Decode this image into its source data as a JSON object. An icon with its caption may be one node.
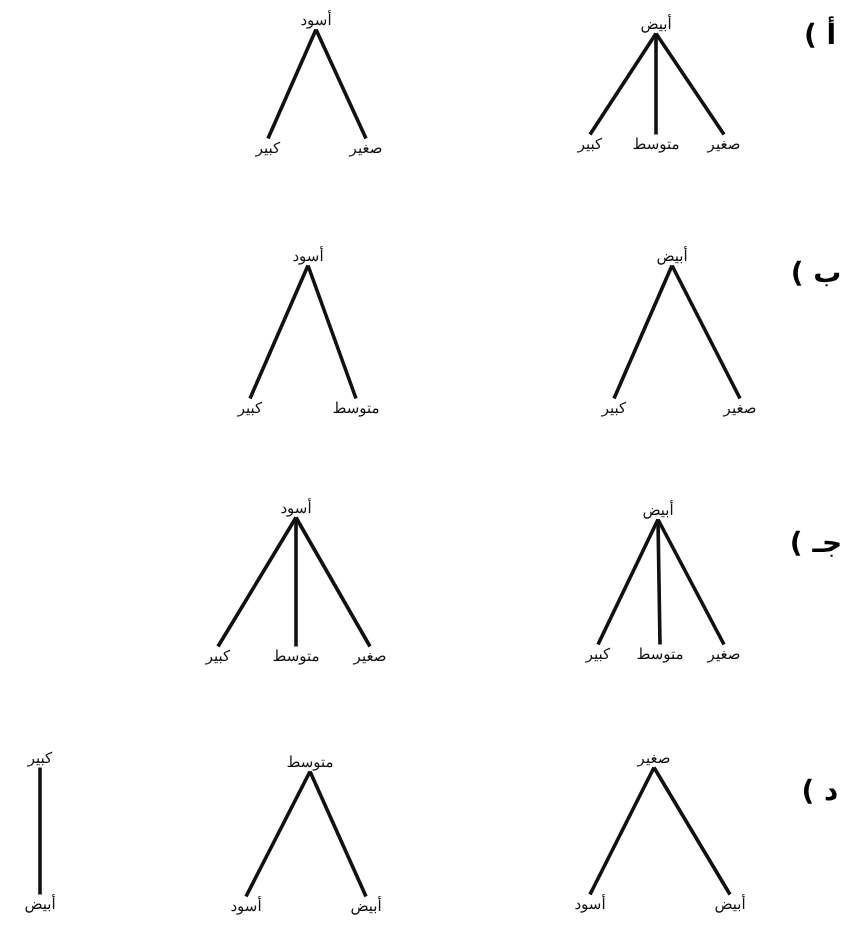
{
  "diagram": {
    "nodes": [
      {
        "text": [
          "أبيض"
        ]
      },
      {
        "text": [
          "كبير"
        ]
      },
      {
        "text": [
          "متوسط"
        ]
      },
      {
        "text": [
          "صغير"
        ]
      },
      {
        "text": [
          "أسود"
        ]
      },
      {
        "text": [
          "كبير"
        ]
      },
      {
        "text": [
          "صغير"
        ]
      },
      {
        "text": [
          "أبيض"
        ]
      },
      {
        "text": [
          "كبير"
        ]
      },
      {
        "text": [
          "صغير"
        ]
      },
      {
        "text": [
          "أسود"
        ]
      },
      {
        "text": [
          "كبير"
        ]
      },
      {
        "text": [
          "متوسط"
        ]
      },
      {
        "text": [
          "أبيض"
        ]
      },
      {
        "text": [
          "كبير"
        ]
      },
      {
        "text": [
          "متوسط"
        ]
      },
      {
        "text": [
          "صغير"
        ]
      },
      {
        "text": [
          "أسود"
        ]
      },
      {
        "text": [
          "كبير"
        ]
      },
      {
        "text": [
          "متوسط"
        ]
      },
      {
        "text": [
          "صغير"
        ]
      },
      {
        "text": [
          "صغير"
        ]
      },
      {
        "text": [
          "أسود"
        ]
      },
      {
        "text": [
          "أبيض"
        ]
      },
      {
        "text": [
          "متوسط"
        ]
      },
      {
        "text": [
          "أسود"
        ]
      },
      {
        "text": [
          "أبيض"
        ]
      },
      {
        "text": [
          "كبير"
        ]
      },
      {
        "text": [
          "أبيض"
        ]
      }
    ],
    "edges": [
      {
        "from": 0,
        "to": 1,
        "arrow": "none"
      },
      {
        "from": 0,
        "to": 2,
        "arrow": "none"
      },
      {
        "from": 0,
        "to": 3,
        "arrow": "none"
      },
      {
        "from": 4,
        "to": 5,
        "arrow": "none"
      },
      {
        "from": 4,
        "to": 6,
        "arrow": "none"
      },
      {
        "from": 7,
        "to": 8,
        "arrow": "none"
      },
      {
        "from": 7,
        "to": 9,
        "arrow": "none"
      },
      {
        "from": 10,
        "to": 11,
        "arrow": "none"
      },
      {
        "from": 10,
        "to": 12,
        "arrow": "none"
      },
      {
        "from": 13,
        "to": 14,
        "arrow": "none"
      },
      {
        "from": 13,
        "to": 15,
        "arrow": "none"
      },
      {
        "from": 13,
        "to": 16,
        "arrow": "none"
      },
      {
        "from": 17,
        "to": 18,
        "arrow": "none"
      },
      {
        "from": 17,
        "to": 19,
        "arrow": "none"
      },
      {
        "from": 17,
        "to": 20,
        "arrow": "none"
      },
      {
        "from": 21,
        "to": 22,
        "arrow": "none"
      },
      {
        "from": 21,
        "to": 23,
        "arrow": "none"
      },
      {
        "from": 24,
        "to": 25,
        "arrow": "none"
      },
      {
        "from": 24,
        "to": 26,
        "arrow": "none"
      },
      {
        "from": 27,
        "to": 28,
        "arrow": "none"
      }
    ],
    "labels": [
      "أ )",
      "ب )",
      "جـ )",
      "د )"
    ]
  }
}
